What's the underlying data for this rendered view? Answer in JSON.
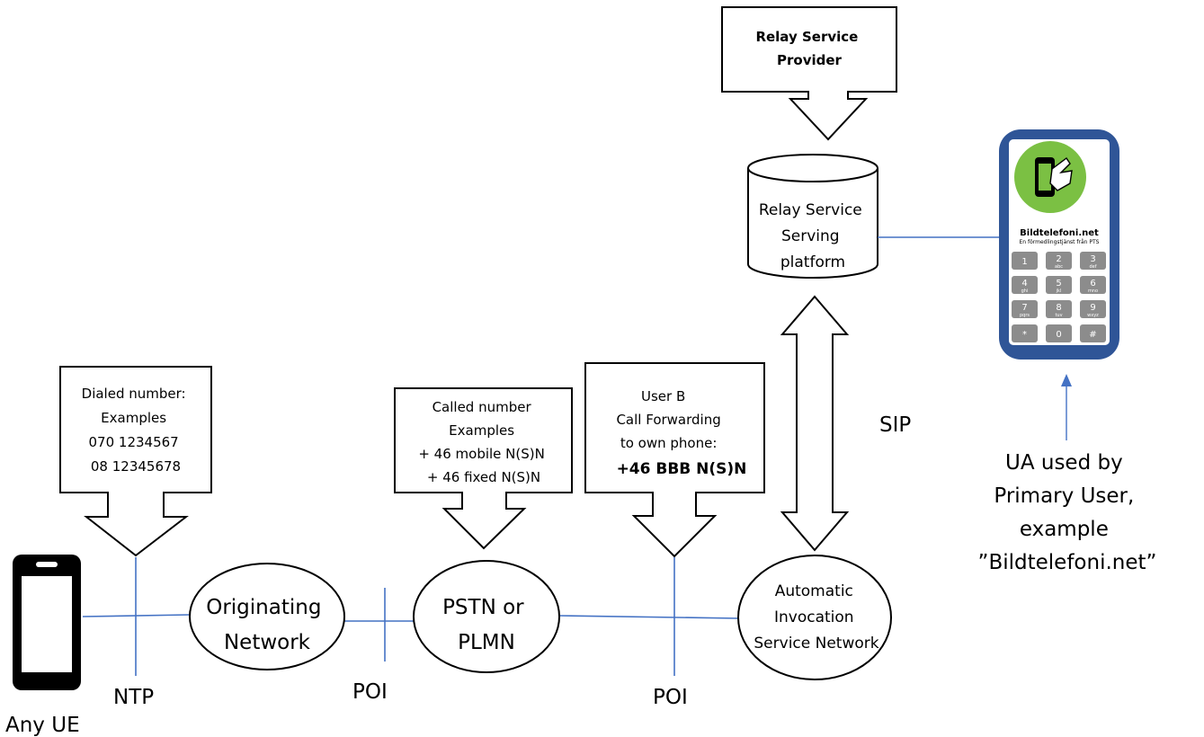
{
  "callouts": {
    "relay_provider": [
      "Relay Service",
      "Provider"
    ],
    "dialed": [
      "Dialed number:",
      "Examples",
      "070 1234567",
      "08 12345678"
    ],
    "called": [
      "Called number",
      "Examples",
      "+ 46 mobile N(S)N",
      "+ 46 fixed N(S)N"
    ],
    "user_b": [
      "User B",
      "Call Forwarding",
      "to own phone:",
      "+46 BBB N(S)N"
    ]
  },
  "nodes": {
    "originating": [
      "Originating",
      "Network"
    ],
    "pstn": [
      "PSTN or",
      "PLMN"
    ],
    "automatic": [
      "Automatic",
      "Invocation",
      "Service Network"
    ],
    "relay_platform": [
      "Relay Service",
      "Serving",
      "platform"
    ]
  },
  "labels": {
    "ntp": "NTP",
    "poi_left": "POI",
    "poi_right": "POI",
    "sip": "SIP",
    "any_ue": "Any UE"
  },
  "ua_caption": [
    "UA used by",
    "Primary User,",
    "example",
    "”Bildtelefoni.net”"
  ],
  "app": {
    "brand": "Bildtelefoni.net",
    "tagline": "En förmedlingstjänst från PTS",
    "keys": [
      {
        "digit": "1",
        "letters": ""
      },
      {
        "digit": "2",
        "letters": "abc"
      },
      {
        "digit": "3",
        "letters": "def"
      },
      {
        "digit": "4",
        "letters": "ghi"
      },
      {
        "digit": "5",
        "letters": "jkl"
      },
      {
        "digit": "6",
        "letters": "mno"
      },
      {
        "digit": "7",
        "letters": "pqrs"
      },
      {
        "digit": "8",
        "letters": "tuv"
      },
      {
        "digit": "9",
        "letters": "wxyz"
      },
      {
        "digit": "*",
        "letters": ""
      },
      {
        "digit": "0",
        "letters": ""
      },
      {
        "digit": "#",
        "letters": ""
      }
    ],
    "frame_color": "#2f5597",
    "logo_color": "#7bc043"
  }
}
